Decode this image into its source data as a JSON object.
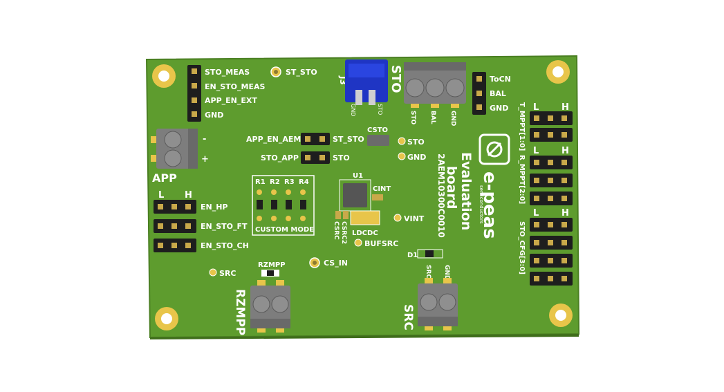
{
  "board": {
    "colors": {
      "pcb": "#5e9c2e",
      "pcb_edge": "#4a7f22",
      "silk": "#ffffff",
      "gold": "#e8c54a",
      "terminal": "#7d7d7d",
      "header": "#1e1e1e",
      "blue_switch": "#1f35c4"
    },
    "labels": {
      "sto_meas": "STO_MEAS",
      "en_sto_meas": "EN_STO_MEAS",
      "app_en_ext": "APP_EN_EXT",
      "gnd_top": "GND",
      "st_sto_tp": "ST_STO",
      "j3": "J3",
      "j3_gnd": "GND",
      "j3_sto": "STO",
      "sto_big": "STO",
      "sto_pin_sto": "STO",
      "sto_pin_bal": "BAL",
      "sto_pin_gnd": "GND",
      "tocn": "ToCN",
      "bal": "BAL",
      "gnd_right": "GND",
      "app_minus": "-",
      "app_plus": "+",
      "app_big": "APP",
      "app_en_aem": "APP_EN_AEM",
      "st_sto_hdr": "ST_STO",
      "sto_app": "STO_APP",
      "sto_hdr": "STO",
      "csto": "CSTO",
      "sto_tp": "STO",
      "gnd_tp": "GND",
      "r1": "R1",
      "r2": "R2",
      "r3": "R3",
      "r4": "R4",
      "custom_mode": "CUSTOM MODE",
      "l_left": "L",
      "h_left": "H",
      "en_hp": "EN_HP",
      "en_sto_ft": "EN_STO_FT",
      "en_sto_ch": "EN_STO_CH",
      "u1": "U1",
      "cint": "CINT",
      "csrc": "CSRC",
      "csrc2": "CSRC2",
      "ldcdc": "LDCDC",
      "vint": "VINT",
      "bufsrc": "BUFSRC",
      "cs_in": "CS_IN",
      "src_tp": "SRC",
      "rzmpp_small": "RZMPP",
      "rzmpp_big": "RZMPP",
      "d1": "D1",
      "src_pin": "SRC",
      "gnd_pin": "GND",
      "src_big": "SRC",
      "eval_line1": "Evaluation",
      "eval_line2": "board",
      "part_number": "2AEM10300C0010",
      "brand": "e-peas",
      "brand_sub": "semiconductors",
      "t_mppt": "T_MPPT[1:0]",
      "r_mppt": "R_MPPT[2:0]",
      "sto_cfg": "STO_CFG[3:0]",
      "l_r1": "L",
      "h_r1": "H",
      "l_r2": "L",
      "h_r2": "H",
      "l_r3": "L",
      "h_r3": "H"
    }
  }
}
